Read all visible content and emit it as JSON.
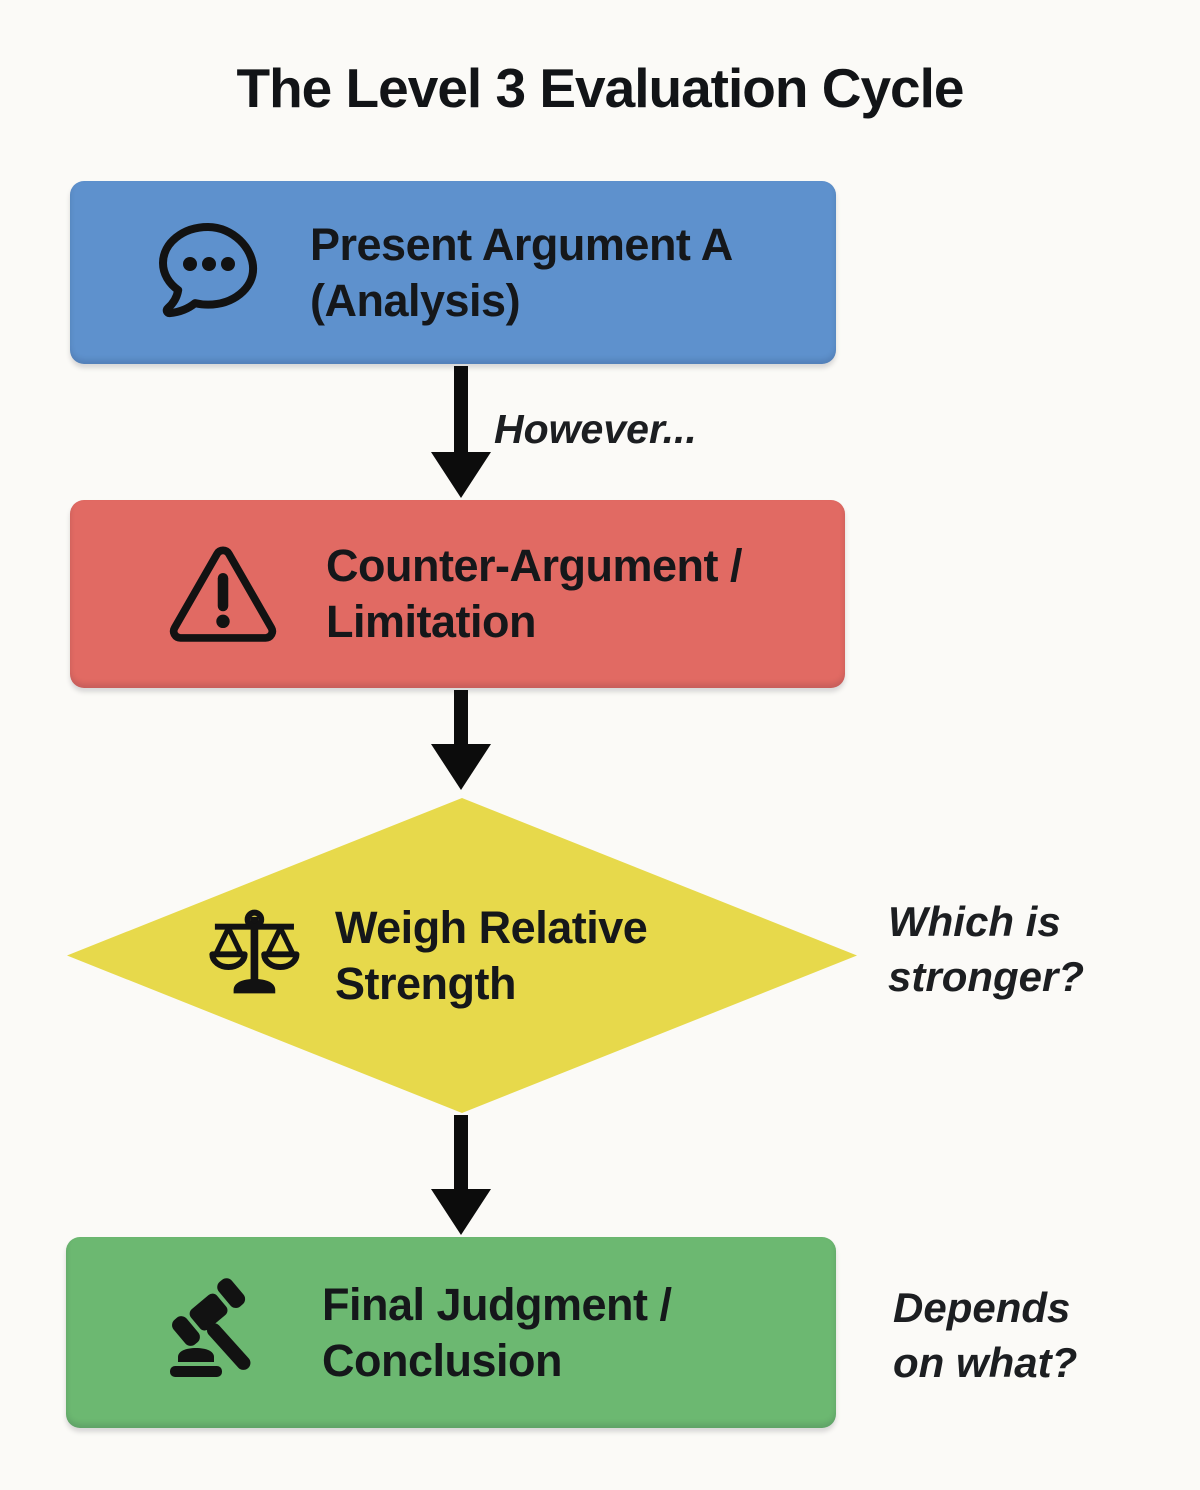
{
  "title": "The Level 3 Evaluation Cycle",
  "colors": {
    "step1_blue": "#5e91cd",
    "step2_red": "#e16a63",
    "step3_yellow": "#e7d94b",
    "step4_green": "#6cb871",
    "arrow_black": "#0c0c0c",
    "background": "#fbfaf7"
  },
  "flow": {
    "step1": {
      "line1": "Present Argument A",
      "line2": "(Analysis)",
      "icon": "chat-bubble-icon"
    },
    "arrow1": {
      "label": "However..."
    },
    "step2": {
      "line1": "Counter-Argument /",
      "line2": "Limitation",
      "icon": "warning-triangle-icon"
    },
    "step3": {
      "line1": "Weigh Relative",
      "line2": "Strength",
      "icon": "balance-scale-icon",
      "note_line1": "Which is",
      "note_line2": "stronger?"
    },
    "step4": {
      "line1": "Final Judgment /",
      "line2": "Conclusion",
      "icon": "gavel-icon",
      "note_line1": "Depends",
      "note_line2": "on what?"
    }
  }
}
